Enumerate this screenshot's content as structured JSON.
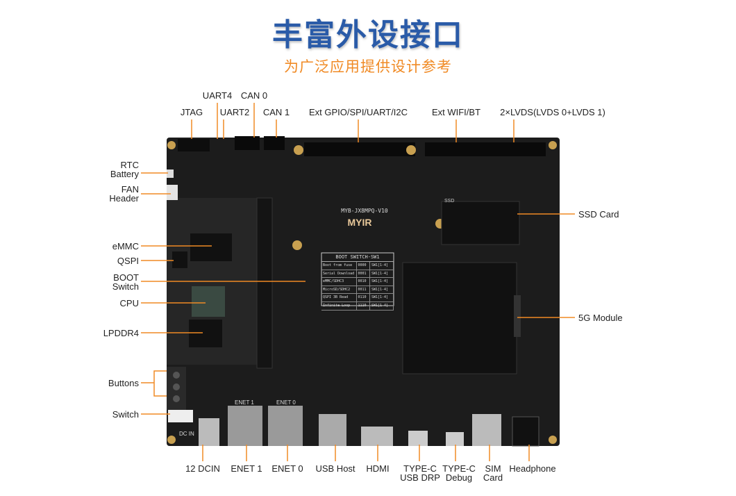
{
  "title": "丰富外设接口",
  "subtitle": "为广泛应用提供设计参考",
  "board": {
    "model": "MYB-JX8MPQ-V10",
    "logo": "MYIR",
    "boot_table": {
      "title": "BOOT SWITCH-SW1",
      "rows": [
        [
          "Boot from fuse",
          "0000",
          "SW1[1-4]"
        ],
        [
          "Serial Download",
          "0001",
          "SW1[1-4]"
        ],
        [
          "eMMC/SDHC3",
          "0010",
          "SW1[1-4]"
        ],
        [
          "MicroSD/SDHC2",
          "0011",
          "SW1[1-4]"
        ],
        [
          "QSPI 3B Read",
          "0110",
          "SW1[1-4]"
        ],
        [
          "Infinite Loop",
          "1110",
          "SW1[1-4]"
        ]
      ]
    },
    "silk": {
      "enet1": "ENET 1",
      "enet0": "ENET 0",
      "dcin": "DC IN",
      "ssd": "SSD"
    }
  },
  "labels": {
    "top": {
      "jtag": "JTAG",
      "uart4": "UART4",
      "can0": "CAN 0",
      "uart2": "UART2",
      "can1": "CAN 1",
      "ext_gpio": "Ext GPIO/SPI/UART/I2C",
      "ext_wifi": "Ext WIFI/BT",
      "lvds": "2×LVDS(LVDS 0+LVDS 1)"
    },
    "left": {
      "rtc": [
        "RTC",
        "Battery"
      ],
      "fan": [
        "FAN",
        "Header"
      ],
      "emmc": "eMMC",
      "qspi": "QSPI",
      "boot": [
        "BOOT",
        "Switch"
      ],
      "cpu": "CPU",
      "lpddr4": "LPDDR4",
      "buttons": "Buttons",
      "switch": "Switch"
    },
    "right": {
      "ssd": "SSD Card",
      "g5": "5G Module"
    },
    "bottom": {
      "dcin": "12 DCIN",
      "enet1": "ENET 1",
      "enet0": "ENET 0",
      "usb": "USB Host",
      "hdmi": "HDMI",
      "typec_drp": [
        "TYPE-C",
        "USB DRP"
      ],
      "typec_dbg": [
        "TYPE-C",
        "Debug"
      ],
      "sim": [
        "SIM",
        "Card"
      ],
      "headphone": "Headphone"
    }
  },
  "colors": {
    "title": "#2a5ba8",
    "subtitle": "#f08a24",
    "leader": "#f08a24",
    "board": "#1c1c1c"
  }
}
